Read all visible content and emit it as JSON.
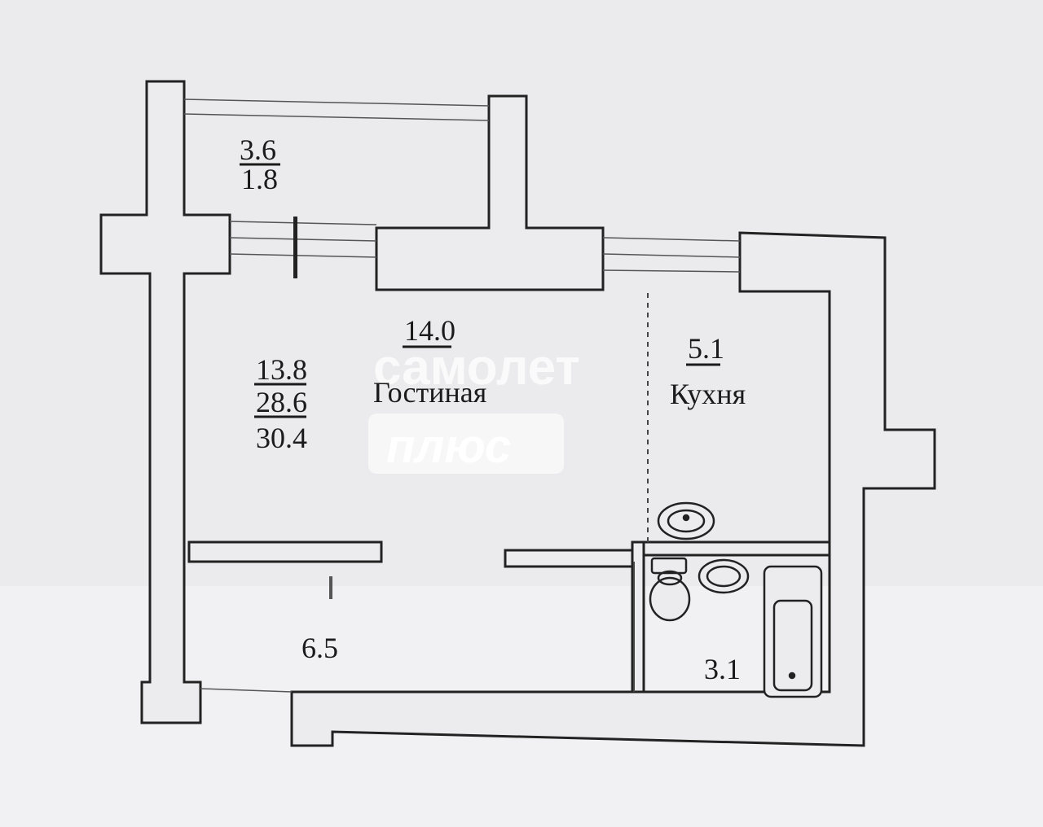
{
  "balcony": {
    "area_total": "3.6",
    "area_reduced": "1.8"
  },
  "living_room": {
    "name": "Гостиная",
    "area": "14.0"
  },
  "apartment_totals": {
    "living": "13.8",
    "total": "28.6",
    "total_with_balcony": "30.4"
  },
  "kitchen": {
    "name": "Кухня",
    "area": "5.1"
  },
  "hallway": {
    "area": "6.5"
  },
  "bathroom": {
    "area": "3.1"
  },
  "watermark": {
    "line1": "самолет",
    "line2": "плюс"
  }
}
